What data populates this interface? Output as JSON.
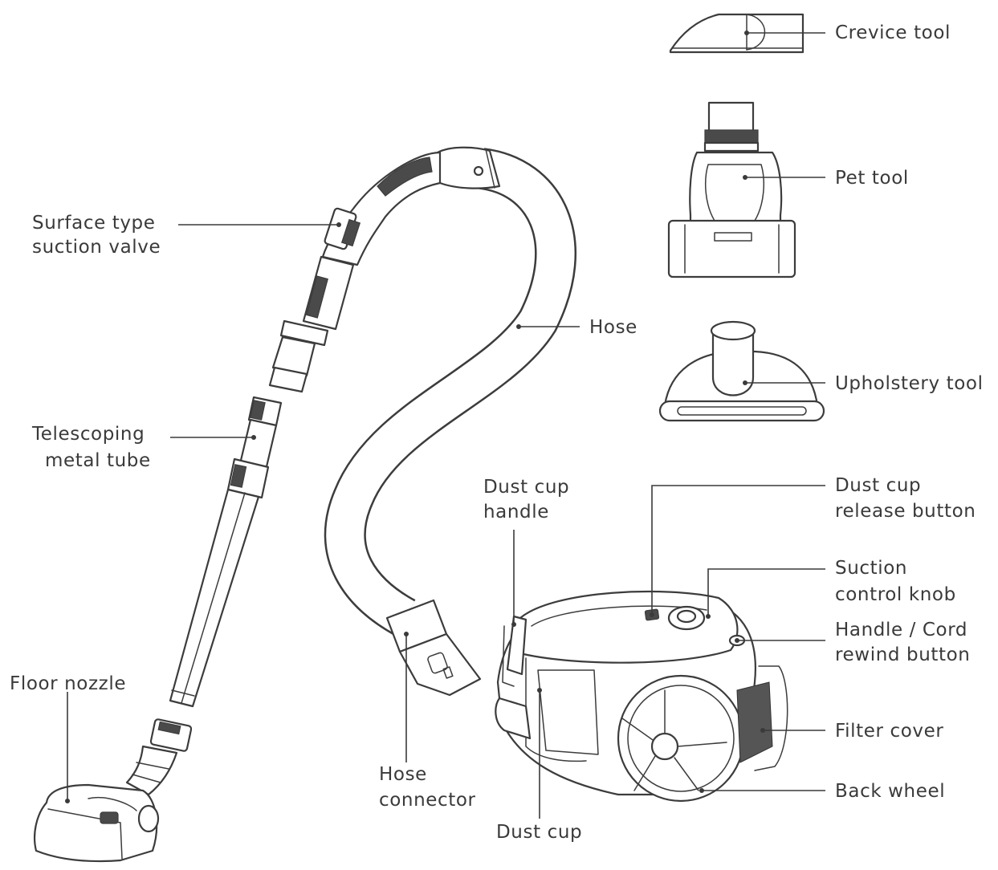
{
  "diagram": {
    "colors": {
      "ink": "#3a3a3a",
      "background": "#ffffff"
    },
    "labels": {
      "crevice_tool": "Crevice tool",
      "pet_tool": "Pet tool",
      "upholstery_tool": "Upholstery tool",
      "hose": "Hose",
      "surface_valve_line1": "Surface type",
      "surface_valve_line2": "suction valve",
      "telescoping_line1": "Telescoping",
      "telescoping_line2": "metal tube",
      "floor_nozzle": "Floor nozzle",
      "hose_connector_line1": "Hose",
      "hose_connector_line2": "connector",
      "dust_cup_handle_line1": "Dust cup",
      "dust_cup_handle_line2": "handle",
      "dust_cup": "Dust cup",
      "release_button_line1": "Dust cup",
      "release_button_line2": "release button",
      "suction_knob_line1": "Suction",
      "suction_knob_line2": "control knob",
      "cord_rewind_line1": "Handle / Cord",
      "cord_rewind_line2": "rewind button",
      "filter_cover": "Filter cover",
      "back_wheel": "Back wheel"
    }
  }
}
